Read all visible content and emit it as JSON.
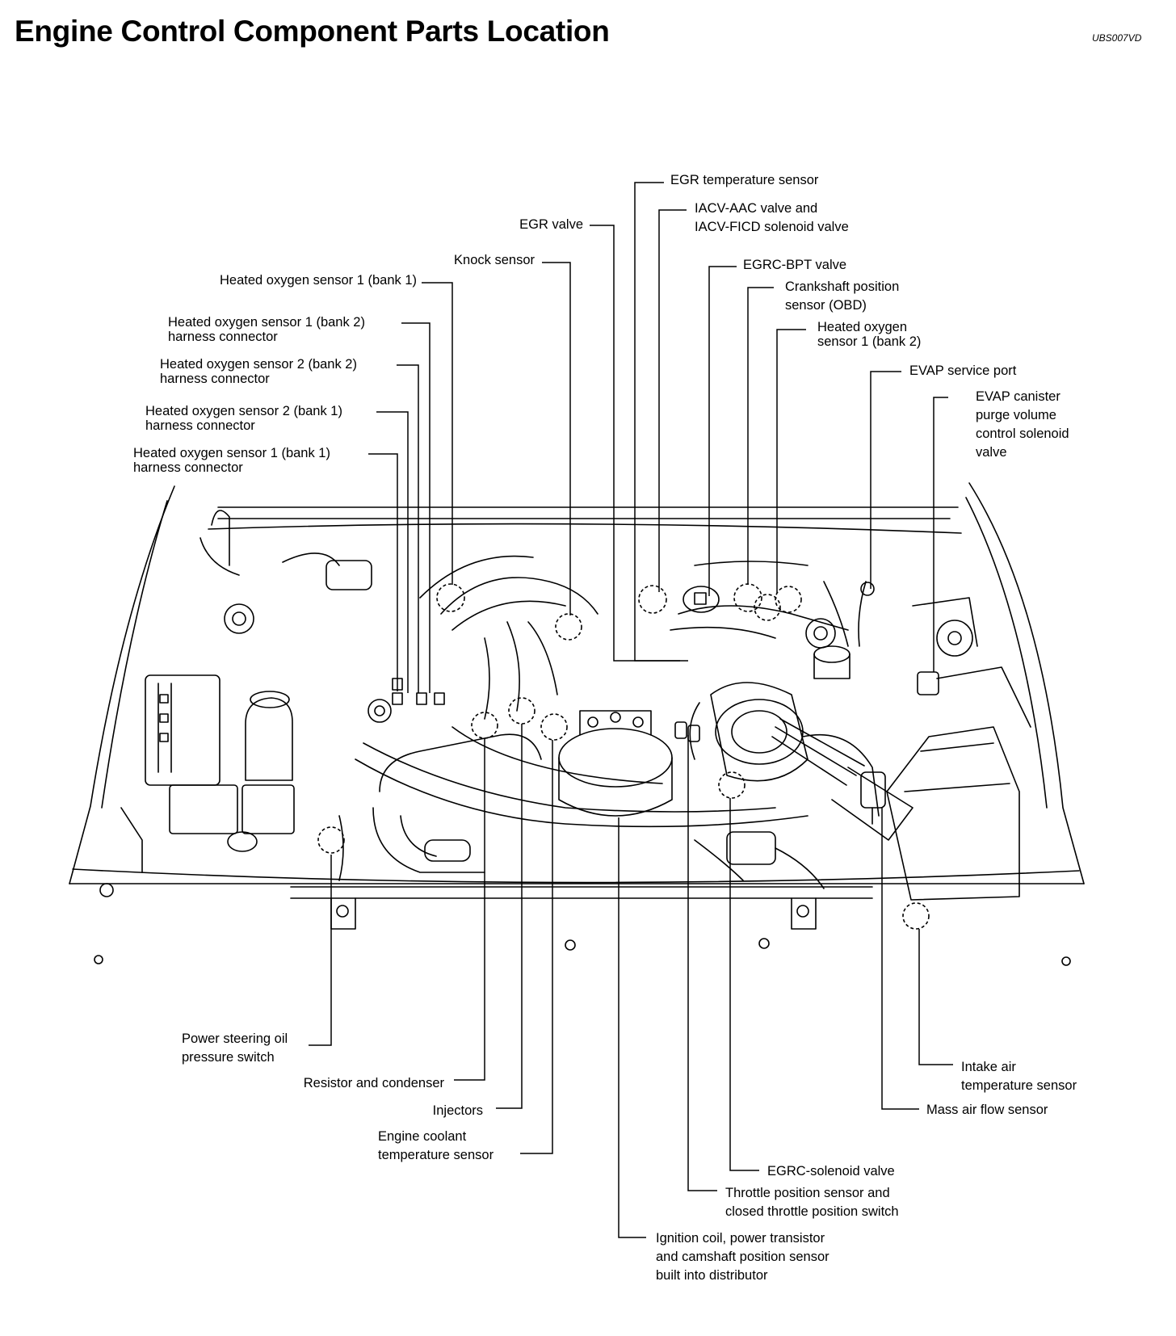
{
  "header": {
    "title": "Engine Control Component Parts Location",
    "doc_code": "UBS007VD"
  },
  "callouts": {
    "egr_temp_sensor": [
      "EGR temperature sensor"
    ],
    "iacv": [
      "IACV-AAC valve and",
      "IACV-FICD solenoid valve"
    ],
    "egr_valve": [
      "EGR valve"
    ],
    "knock_sensor": [
      "Knock sensor"
    ],
    "egrc_bpt_valve": [
      "EGRC-BPT valve"
    ],
    "crankshaft_sensor": [
      "Crankshaft position",
      "sensor (OBD)"
    ],
    "ho2s1_bank1": [
      "Heated oxygen sensor 1 (bank 1)"
    ],
    "ho2s1_bank2_conn": [
      "Heated oxygen sensor 1 (bank 2)",
      "harness connector"
    ],
    "ho2s1_bank2": [
      "Heated oxygen",
      "sensor 1 (bank 2)"
    ],
    "ho2s2_bank2_conn": [
      "Heated oxygen sensor 2 (bank 2)",
      "harness connector"
    ],
    "evap_service_port": [
      "EVAP service port"
    ],
    "evap_canister": [
      "EVAP canister",
      "purge volume",
      "control solenoid",
      "valve"
    ],
    "ho2s2_bank1_conn": [
      "Heated oxygen sensor 2 (bank 1)",
      "harness connector"
    ],
    "ho2s1_bank1_conn": [
      "Heated oxygen sensor 1 (bank 1)",
      "harness connector"
    ],
    "ps_switch": [
      "Power steering oil",
      "pressure switch"
    ],
    "resistor": [
      "Resistor and condenser"
    ],
    "injectors": [
      "Injectors"
    ],
    "coolant_sensor": [
      "Engine coolant",
      "temperature sensor"
    ],
    "intake_air_temp": [
      "Intake air",
      "temperature sensor"
    ],
    "maf_sensor": [
      "Mass air flow sensor"
    ],
    "egrc_solenoid": [
      "EGRC-solenoid valve"
    ],
    "throttle_sensor": [
      "Throttle position sensor and",
      "closed throttle position switch"
    ],
    "ignition_coil": [
      "Ignition coil, power transistor",
      "and camshaft position sensor",
      "built into distributor"
    ]
  }
}
